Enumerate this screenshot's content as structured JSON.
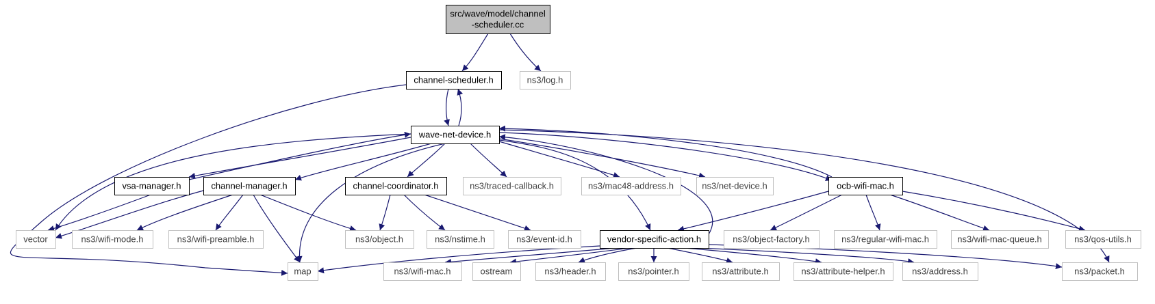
{
  "graph": {
    "colors": {
      "edge": "#191970",
      "root_fill": "#bfbfbf",
      "project_border": "#000000",
      "external_border": "#bfbfbf",
      "external_text": "#404040",
      "text": "#000000"
    },
    "nodes": [
      {
        "id": "root",
        "kind": "root",
        "lines": [
          "src/wave/model/channel",
          "-scheduler.cc"
        ]
      },
      {
        "id": "channel_scheduler_h",
        "kind": "project",
        "lines": [
          "channel-scheduler.h"
        ]
      },
      {
        "id": "ns3_log_h",
        "kind": "external",
        "lines": [
          "ns3/log.h"
        ]
      },
      {
        "id": "wave_net_device_h",
        "kind": "project",
        "lines": [
          "wave-net-device.h"
        ]
      },
      {
        "id": "vsa_manager_h",
        "kind": "project",
        "lines": [
          "vsa-manager.h"
        ]
      },
      {
        "id": "channel_manager_h",
        "kind": "project",
        "lines": [
          "channel-manager.h"
        ]
      },
      {
        "id": "channel_coordinator_h",
        "kind": "project",
        "lines": [
          "channel-coordinator.h"
        ]
      },
      {
        "id": "ns3_traced_callback_h",
        "kind": "external",
        "lines": [
          "ns3/traced-callback.h"
        ]
      },
      {
        "id": "ns3_mac48_address_h",
        "kind": "external",
        "lines": [
          "ns3/mac48-address.h"
        ]
      },
      {
        "id": "ns3_net_device_h",
        "kind": "external",
        "lines": [
          "ns3/net-device.h"
        ]
      },
      {
        "id": "ocb_wifi_mac_h",
        "kind": "project",
        "lines": [
          "ocb-wifi-mac.h"
        ]
      },
      {
        "id": "vector",
        "kind": "external",
        "lines": [
          "vector"
        ]
      },
      {
        "id": "ns3_wifi_mode_h",
        "kind": "external",
        "lines": [
          "ns3/wifi-mode.h"
        ]
      },
      {
        "id": "ns3_wifi_preamble_h",
        "kind": "external",
        "lines": [
          "ns3/wifi-preamble.h"
        ]
      },
      {
        "id": "ns3_object_h",
        "kind": "external",
        "lines": [
          "ns3/object.h"
        ]
      },
      {
        "id": "ns3_nstime_h",
        "kind": "external",
        "lines": [
          "ns3/nstime.h"
        ]
      },
      {
        "id": "ns3_event_id_h",
        "kind": "external",
        "lines": [
          "ns3/event-id.h"
        ]
      },
      {
        "id": "vendor_specific_action_h",
        "kind": "project",
        "lines": [
          "vendor-specific-action.h"
        ]
      },
      {
        "id": "ns3_object_factory_h",
        "kind": "external",
        "lines": [
          "ns3/object-factory.h"
        ]
      },
      {
        "id": "ns3_regular_wifi_mac_h",
        "kind": "external",
        "lines": [
          "ns3/regular-wifi-mac.h"
        ]
      },
      {
        "id": "ns3_wifi_mac_queue_h",
        "kind": "external",
        "lines": [
          "ns3/wifi-mac-queue.h"
        ]
      },
      {
        "id": "ns3_qos_utils_h",
        "kind": "external",
        "lines": [
          "ns3/qos-utils.h"
        ]
      },
      {
        "id": "map",
        "kind": "external",
        "lines": [
          "map"
        ]
      },
      {
        "id": "ns3_wifi_mac_h",
        "kind": "external",
        "lines": [
          "ns3/wifi-mac.h"
        ]
      },
      {
        "id": "ostream",
        "kind": "external",
        "lines": [
          "ostream"
        ]
      },
      {
        "id": "ns3_header_h",
        "kind": "external",
        "lines": [
          "ns3/header.h"
        ]
      },
      {
        "id": "ns3_pointer_h",
        "kind": "external",
        "lines": [
          "ns3/pointer.h"
        ]
      },
      {
        "id": "ns3_attribute_h",
        "kind": "external",
        "lines": [
          "ns3/attribute.h"
        ]
      },
      {
        "id": "ns3_attribute_helper_h",
        "kind": "external",
        "lines": [
          "ns3/attribute-helper.h"
        ]
      },
      {
        "id": "ns3_address_h",
        "kind": "external",
        "lines": [
          "ns3/address.h"
        ]
      },
      {
        "id": "ns3_packet_h",
        "kind": "external",
        "lines": [
          "ns3/packet.h"
        ]
      }
    ],
    "edges": [
      {
        "from": "root",
        "to": "channel_scheduler_h"
      },
      {
        "from": "root",
        "to": "ns3_log_h"
      },
      {
        "from": "channel_scheduler_h",
        "to": "wave_net_device_h"
      },
      {
        "from": "channel_scheduler_h",
        "to": "map"
      },
      {
        "from": "wave_net_device_h",
        "to": "channel_scheduler_h"
      },
      {
        "from": "wave_net_device_h",
        "to": "vsa_manager_h"
      },
      {
        "from": "wave_net_device_h",
        "to": "channel_manager_h"
      },
      {
        "from": "wave_net_device_h",
        "to": "channel_coordinator_h"
      },
      {
        "from": "wave_net_device_h",
        "to": "ns3_traced_callback_h"
      },
      {
        "from": "wave_net_device_h",
        "to": "ns3_mac48_address_h"
      },
      {
        "from": "wave_net_device_h",
        "to": "ns3_net_device_h"
      },
      {
        "from": "wave_net_device_h",
        "to": "ocb_wifi_mac_h"
      },
      {
        "from": "wave_net_device_h",
        "to": "vector"
      },
      {
        "from": "wave_net_device_h",
        "to": "map"
      },
      {
        "from": "wave_net_device_h",
        "to": "vendor_specific_action_h"
      },
      {
        "from": "wave_net_device_h",
        "to": "ns3_packet_h"
      },
      {
        "from": "vsa_manager_h",
        "to": "wave_net_device_h"
      },
      {
        "from": "vsa_manager_h",
        "to": "vector"
      },
      {
        "from": "channel_manager_h",
        "to": "vector"
      },
      {
        "from": "channel_manager_h",
        "to": "ns3_wifi_mode_h"
      },
      {
        "from": "channel_manager_h",
        "to": "ns3_wifi_preamble_h"
      },
      {
        "from": "channel_manager_h",
        "to": "ns3_object_h"
      },
      {
        "from": "channel_manager_h",
        "to": "map"
      },
      {
        "from": "channel_coordinator_h",
        "to": "ns3_object_h"
      },
      {
        "from": "channel_coordinator_h",
        "to": "ns3_nstime_h"
      },
      {
        "from": "channel_coordinator_h",
        "to": "ns3_event_id_h"
      },
      {
        "from": "ocb_wifi_mac_h",
        "to": "wave_net_device_h"
      },
      {
        "from": "ocb_wifi_mac_h",
        "to": "vendor_specific_action_h"
      },
      {
        "from": "ocb_wifi_mac_h",
        "to": "ns3_object_factory_h"
      },
      {
        "from": "ocb_wifi_mac_h",
        "to": "ns3_regular_wifi_mac_h"
      },
      {
        "from": "ocb_wifi_mac_h",
        "to": "ns3_wifi_mac_queue_h"
      },
      {
        "from": "ocb_wifi_mac_h",
        "to": "ns3_qos_utils_h"
      },
      {
        "from": "vendor_specific_action_h",
        "to": "wave_net_device_h"
      },
      {
        "from": "vendor_specific_action_h",
        "to": "map"
      },
      {
        "from": "vendor_specific_action_h",
        "to": "ns3_wifi_mac_h"
      },
      {
        "from": "vendor_specific_action_h",
        "to": "ostream"
      },
      {
        "from": "vendor_specific_action_h",
        "to": "ns3_header_h"
      },
      {
        "from": "vendor_specific_action_h",
        "to": "ns3_pointer_h"
      },
      {
        "from": "vendor_specific_action_h",
        "to": "ns3_attribute_h"
      },
      {
        "from": "vendor_specific_action_h",
        "to": "ns3_attribute_helper_h"
      },
      {
        "from": "vendor_specific_action_h",
        "to": "ns3_address_h"
      },
      {
        "from": "vendor_specific_action_h",
        "to": "ns3_packet_h"
      }
    ]
  }
}
